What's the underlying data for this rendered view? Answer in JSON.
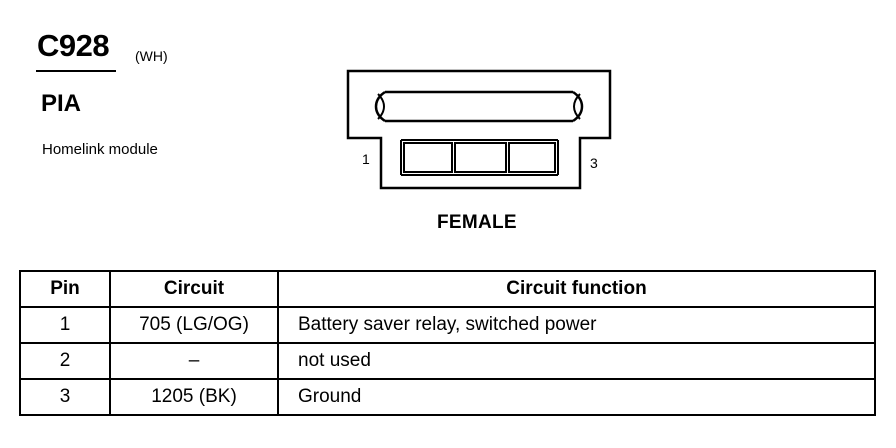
{
  "connector": {
    "id": "C928",
    "color_code": "(WH)",
    "code": "PIA",
    "description": "Homelink module"
  },
  "diagram": {
    "pin_left": "1",
    "pin_right": "3",
    "gender": "FEMALE"
  },
  "table": {
    "headers": [
      "Pin",
      "Circuit",
      "Circuit function"
    ],
    "rows": [
      {
        "pin": "1",
        "circuit": "705 (LG/OG)",
        "function": "Battery saver relay, switched power"
      },
      {
        "pin": "2",
        "circuit": "–",
        "function": "not used"
      },
      {
        "pin": "3",
        "circuit": "1205 (BK)",
        "function": "Ground"
      }
    ]
  }
}
